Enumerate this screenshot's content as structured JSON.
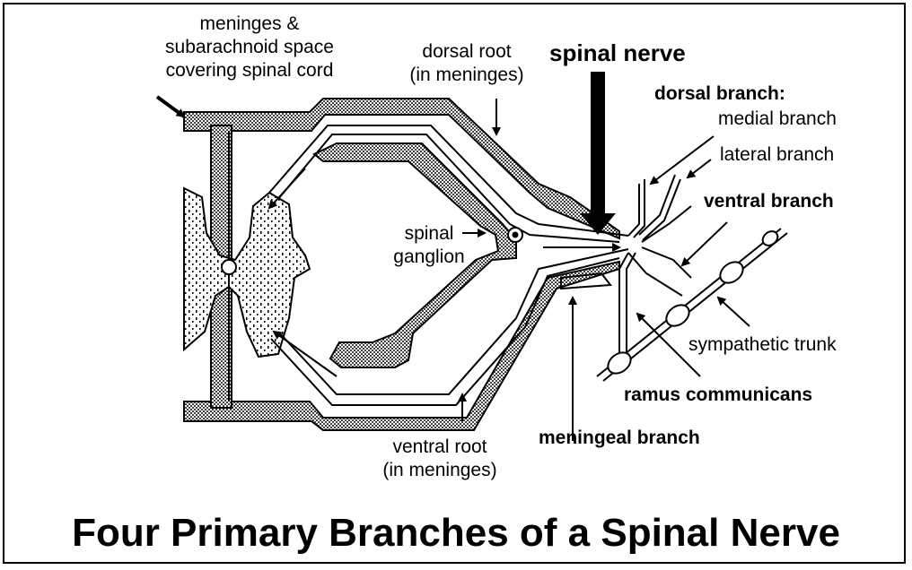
{
  "title": "Four Primary Branches of a Spinal Nerve",
  "labels": {
    "meninges": "meninges &\nsubarachnoid space\ncovering spinal cord",
    "dorsal_root": "dorsal root\n(in meninges)",
    "spinal_nerve": "spinal nerve",
    "dorsal_branch": "dorsal branch:",
    "medial_branch": "medial branch",
    "lateral_branch": "lateral branch",
    "ventral_branch": "ventral branch",
    "spinal_ganglion": "spinal\nganglion",
    "sympathetic_trunk": "sympathetic trunk",
    "ramus_communicans": "ramus communicans",
    "meningeal_branch": "meningeal branch",
    "ventral_root": "ventral root\n(in meninges)"
  }
}
